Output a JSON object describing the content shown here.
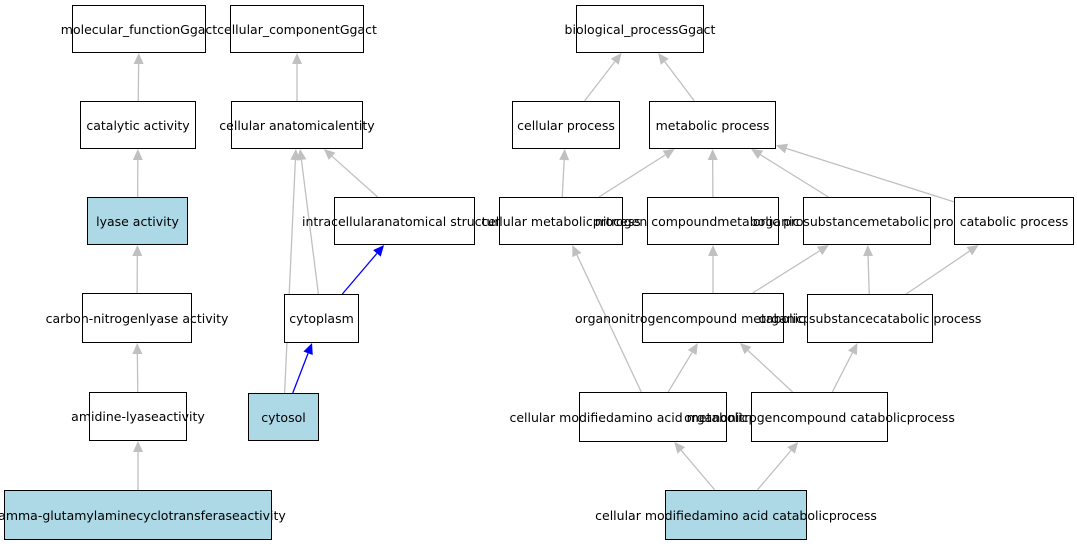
{
  "highlight_color": "#add8e6",
  "edge_color": "#c0c0c0",
  "path_edge_color": "#0000ff",
  "nodes": {
    "mf": {
      "lines": [
        "molecular_function",
        "Ggact"
      ]
    },
    "cat": {
      "lines": [
        "catalytic activity"
      ]
    },
    "lyase": {
      "lines": [
        "lyase activity"
      ],
      "highlight": true
    },
    "cn": {
      "lines": [
        "carbon-nitrogen",
        "lyase activity"
      ]
    },
    "amid": {
      "lines": [
        "amidine-lyase",
        "activity"
      ]
    },
    "gg": {
      "lines": [
        "gamma-glutamylaminecyclotransferase",
        "activity"
      ],
      "highlight": true
    },
    "cc": {
      "lines": [
        "cellular_component",
        "Ggact"
      ]
    },
    "cae": {
      "lines": [
        "cellular anatomical",
        "entity"
      ]
    },
    "ias": {
      "lines": [
        "intracellular",
        "anatomical structure"
      ]
    },
    "cyto": {
      "lines": [
        "cytoplasm"
      ]
    },
    "cytosol": {
      "lines": [
        "cytosol"
      ],
      "highlight": true
    },
    "bp": {
      "lines": [
        "biological_process",
        "Ggact"
      ]
    },
    "cp": {
      "lines": [
        "cellular process"
      ]
    },
    "mp": {
      "lines": [
        "metabolic process"
      ]
    },
    "cmp": {
      "lines": [
        "cellular metabolic",
        "process"
      ]
    },
    "ncmp": {
      "lines": [
        "nitrogen compound",
        "metabolic process"
      ]
    },
    "osmp": {
      "lines": [
        "organic substance",
        "metabolic process"
      ]
    },
    "catp": {
      "lines": [
        "catabolic process"
      ]
    },
    "oncmp": {
      "lines": [
        "organonitrogen",
        "compound metabolic",
        "process"
      ]
    },
    "oscp": {
      "lines": [
        "organic substance",
        "catabolic process"
      ]
    },
    "cmamp": {
      "lines": [
        "cellular modified",
        "amino acid metabolic",
        "process"
      ]
    },
    "onccp": {
      "lines": [
        "organonitrogen",
        "compound catabolic",
        "process"
      ]
    },
    "cmacp": {
      "lines": [
        "cellular modified",
        "amino acid catabolic",
        "process"
      ],
      "highlight": true
    }
  },
  "edges": [
    {
      "from": "cat",
      "to": "mf"
    },
    {
      "from": "lyase",
      "to": "cat"
    },
    {
      "from": "cn",
      "to": "lyase"
    },
    {
      "from": "amid",
      "to": "cn"
    },
    {
      "from": "gg",
      "to": "amid"
    },
    {
      "from": "cae",
      "to": "cc"
    },
    {
      "from": "ias",
      "to": "cae"
    },
    {
      "from": "cyto",
      "to": "cae"
    },
    {
      "from": "cytosol",
      "to": "cae"
    },
    {
      "from": "cyto",
      "to": "ias",
      "path": true
    },
    {
      "from": "cytosol",
      "to": "cyto",
      "path": true
    },
    {
      "from": "cp",
      "to": "bp"
    },
    {
      "from": "mp",
      "to": "bp"
    },
    {
      "from": "cmp",
      "to": "cp"
    },
    {
      "from": "cmp",
      "to": "mp"
    },
    {
      "from": "ncmp",
      "to": "mp"
    },
    {
      "from": "osmp",
      "to": "mp"
    },
    {
      "from": "catp",
      "to": "mp"
    },
    {
      "from": "oncmp",
      "to": "ncmp"
    },
    {
      "from": "oncmp",
      "to": "osmp"
    },
    {
      "from": "oscp",
      "to": "osmp"
    },
    {
      "from": "oscp",
      "to": "catp"
    },
    {
      "from": "cmamp",
      "to": "cmp"
    },
    {
      "from": "cmamp",
      "to": "oncmp"
    },
    {
      "from": "onccp",
      "to": "oncmp"
    },
    {
      "from": "onccp",
      "to": "oscp"
    },
    {
      "from": "cmacp",
      "to": "cmamp"
    },
    {
      "from": "cmacp",
      "to": "onccp"
    }
  ]
}
